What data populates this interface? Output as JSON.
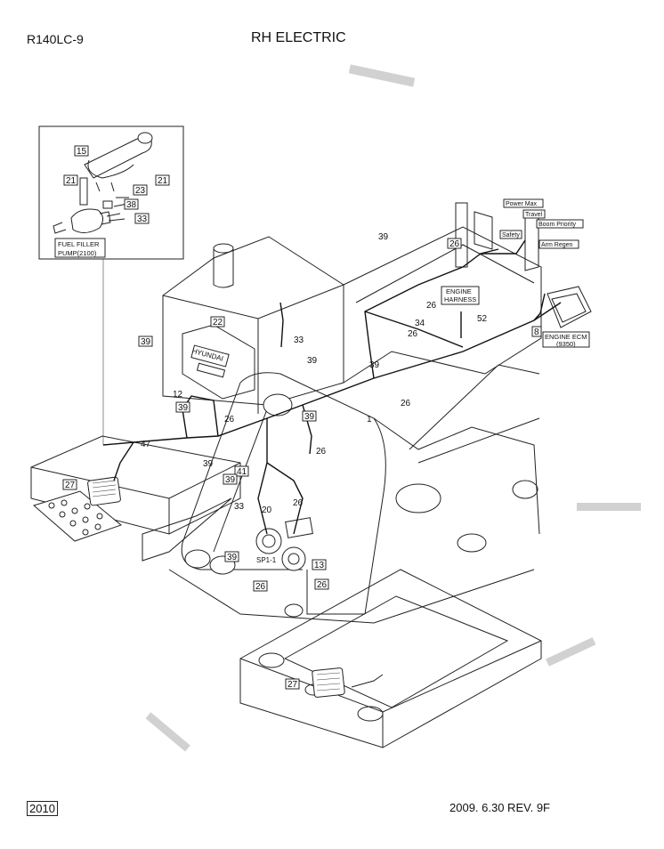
{
  "header": {
    "model": "R140LC-9",
    "title": "RH ELECTRIC"
  },
  "footer": {
    "page": "2010",
    "revision": "2009. 6.30 REV. 9F"
  },
  "inset": {
    "caption_line1": "FUEL FILLER",
    "caption_line2": "PUMP(2100)"
  },
  "callouts": {
    "c15": "15",
    "c21a": "21",
    "c21b": "21",
    "c23": "23",
    "c38": "38",
    "c33a": "33",
    "c39a": "39",
    "c22": "22",
    "c12": "12",
    "c39b": "39",
    "c26a": "26",
    "c47": "47",
    "c39c": "39",
    "c27a": "27",
    "c33b": "33",
    "c39d": "39",
    "c39e": "39",
    "c1": "1",
    "c26b": "26",
    "c41": "41",
    "c39f": "39",
    "c33c": "33",
    "c20": "20",
    "c26c": "26",
    "c39g": "39",
    "c13": "13",
    "c26d": "26",
    "c26e": "26",
    "c39h": "39",
    "c26f": "26",
    "c26g": "26",
    "c34": "34",
    "c26h": "26",
    "c39i": "39",
    "c26i": "26",
    "c52": "52",
    "c8": "8",
    "c27b": "27"
  },
  "labels": {
    "engine_harness_1": "ENGINE",
    "engine_harness_2": "HARNESS",
    "engine_ecm_1": "ENGINE ECM",
    "engine_ecm_2": "(9350)",
    "power_max": "Power Max",
    "travel": "Travel",
    "boom_priority": "Boom Priority",
    "arm_regen": "Arm Regen",
    "safety": "Safety",
    "hyundai": "HYUNDAI",
    "wire_tag": "SP1-1"
  }
}
